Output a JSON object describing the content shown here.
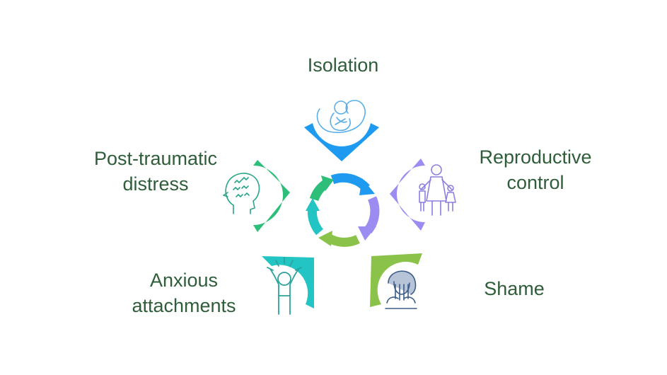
{
  "diagram": {
    "labels": {
      "isolation": "Isolation",
      "reproductive_line1": "Reproductive",
      "reproductive_line2": "control",
      "shame": "Shame",
      "anxious_line1": "Anxious",
      "anxious_line2": "attachments",
      "ptsd_line1": "Post-traumatic",
      "ptsd_line2": "distress"
    },
    "colors": {
      "text": "#2f5d3a",
      "isolation": "#1e9bf0",
      "reproductive": "#9b8cf2",
      "shame": "#8bc34a",
      "anxious": "#22c4c4",
      "ptsd": "#2dbf7a",
      "icon_stroke_isolation": "#5aaee8",
      "icon_stroke_reproductive": "#8c7fe0",
      "icon_stroke_shame": "#3e5c8a",
      "icon_stroke_anxious": "#2aa39b",
      "icon_stroke_ptsd": "#2aa58a"
    },
    "cycle_arrow_colors": [
      "#1e9bf0",
      "#9b8cf2",
      "#8bc34a",
      "#22c4c4",
      "#2dbf7a"
    ]
  }
}
